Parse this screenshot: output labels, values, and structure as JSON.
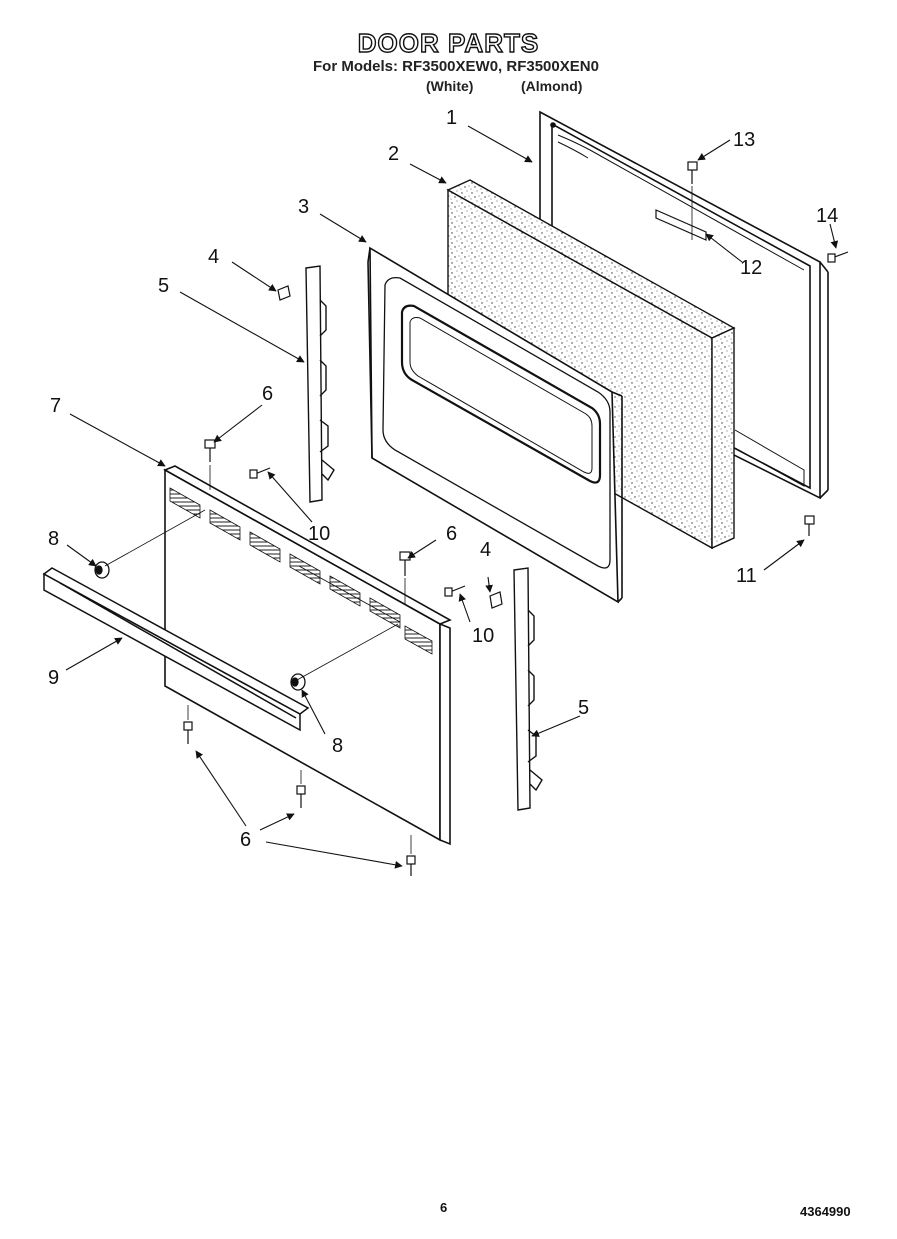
{
  "header": {
    "title": "DOOR PARTS",
    "models_line": "For Models: RF3500XEW0, RF3500XEN0",
    "variant_white": "(White)",
    "variant_almond": "(Almond)"
  },
  "callouts": [
    {
      "id": "c1",
      "label": "1"
    },
    {
      "id": "c2",
      "label": "2"
    },
    {
      "id": "c3",
      "label": "3"
    },
    {
      "id": "c4a",
      "label": "4"
    },
    {
      "id": "c4b",
      "label": "4"
    },
    {
      "id": "c5a",
      "label": "5"
    },
    {
      "id": "c5b",
      "label": "5"
    },
    {
      "id": "c6a",
      "label": "6"
    },
    {
      "id": "c6b",
      "label": "6"
    },
    {
      "id": "c6c",
      "label": "6"
    },
    {
      "id": "c7",
      "label": "7"
    },
    {
      "id": "c8a",
      "label": "8"
    },
    {
      "id": "c8b",
      "label": "8"
    },
    {
      "id": "c9",
      "label": "9"
    },
    {
      "id": "c10a",
      "label": "10"
    },
    {
      "id": "c10b",
      "label": "10"
    },
    {
      "id": "c11",
      "label": "11"
    },
    {
      "id": "c12",
      "label": "12"
    },
    {
      "id": "c13",
      "label": "13"
    },
    {
      "id": "c14",
      "label": "14"
    }
  ],
  "footer": {
    "page_number": "6",
    "doc_number": "4364990"
  }
}
